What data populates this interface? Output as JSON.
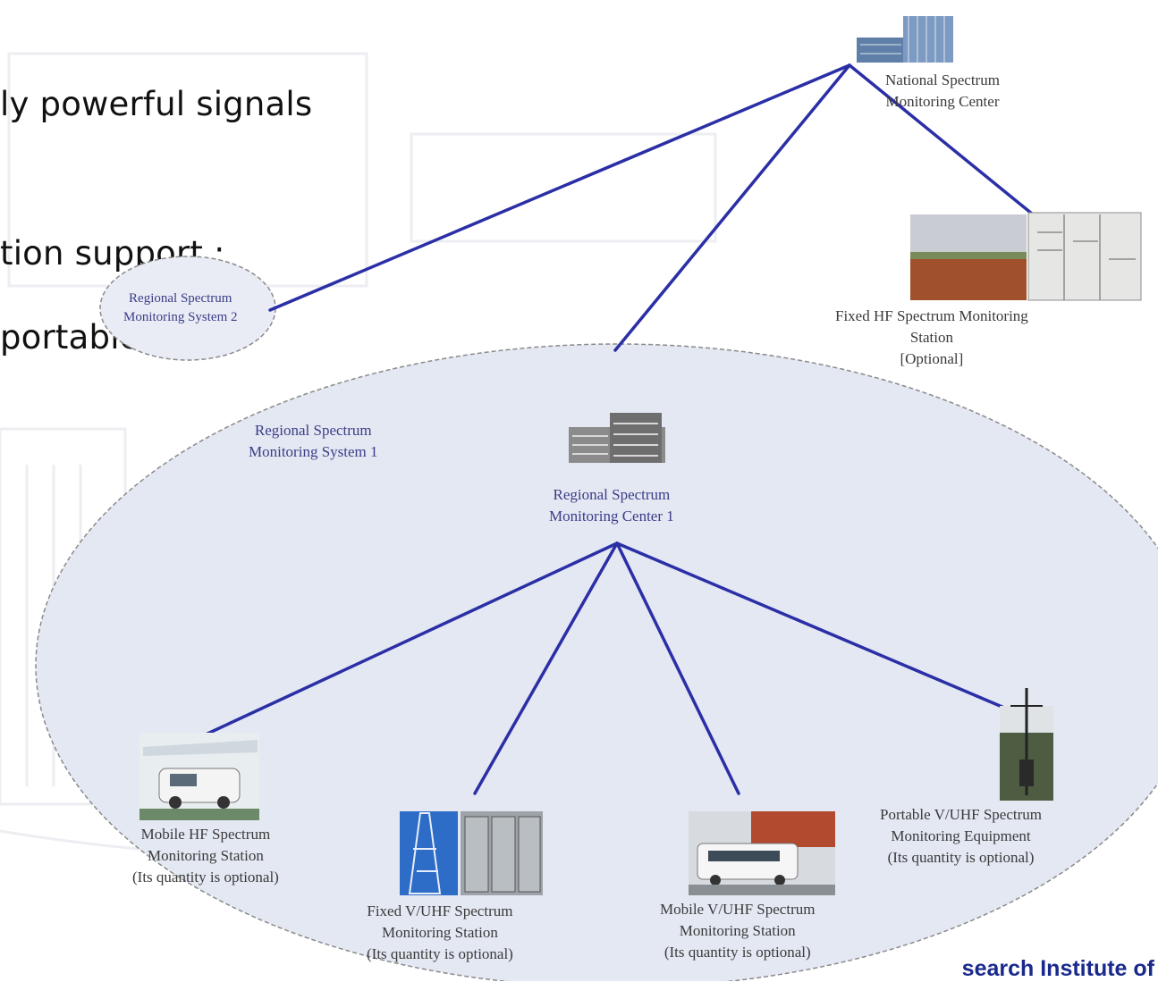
{
  "slide_text": {
    "line1": "ly powerful signals",
    "line2": "tion support ;",
    "line3": "portable."
  },
  "nodes": {
    "national_center": [
      "National Spectrum",
      "Monitoring Center"
    ],
    "fixed_hf": [
      "Fixed HF Spectrum Monitoring",
      "Station",
      "[Optional]"
    ],
    "regional_system_2": [
      "Regional Spectrum",
      "Monitoring System 2"
    ],
    "regional_system_1": [
      "Regional Spectrum",
      "Monitoring System 1"
    ],
    "regional_center_1": [
      "Regional Spectrum",
      "Monitoring Center 1"
    ],
    "mobile_hf": [
      "Mobile HF Spectrum",
      "Monitoring Station",
      "(Its quantity is optional)"
    ],
    "fixed_vuhf": [
      "Fixed V/UHF Spectrum",
      "Monitoring Station",
      "(Its quantity is optional)"
    ],
    "mobile_vuhf": [
      "Mobile V/UHF Spectrum",
      "Monitoring Station",
      "(Its quantity is optional)"
    ],
    "portable_vuhf": [
      "Portable V/UHF Spectrum",
      "Monitoring Equipment",
      "(Its quantity is optional)"
    ]
  },
  "footer": "search Institute of",
  "colors": {
    "link": "#2b2fa6",
    "ellipse_fill": "#e4e8f3",
    "ellipse_stroke": "#8a8a8a",
    "blue_label": "#3a3d86",
    "footer": "#1a2a8c"
  }
}
